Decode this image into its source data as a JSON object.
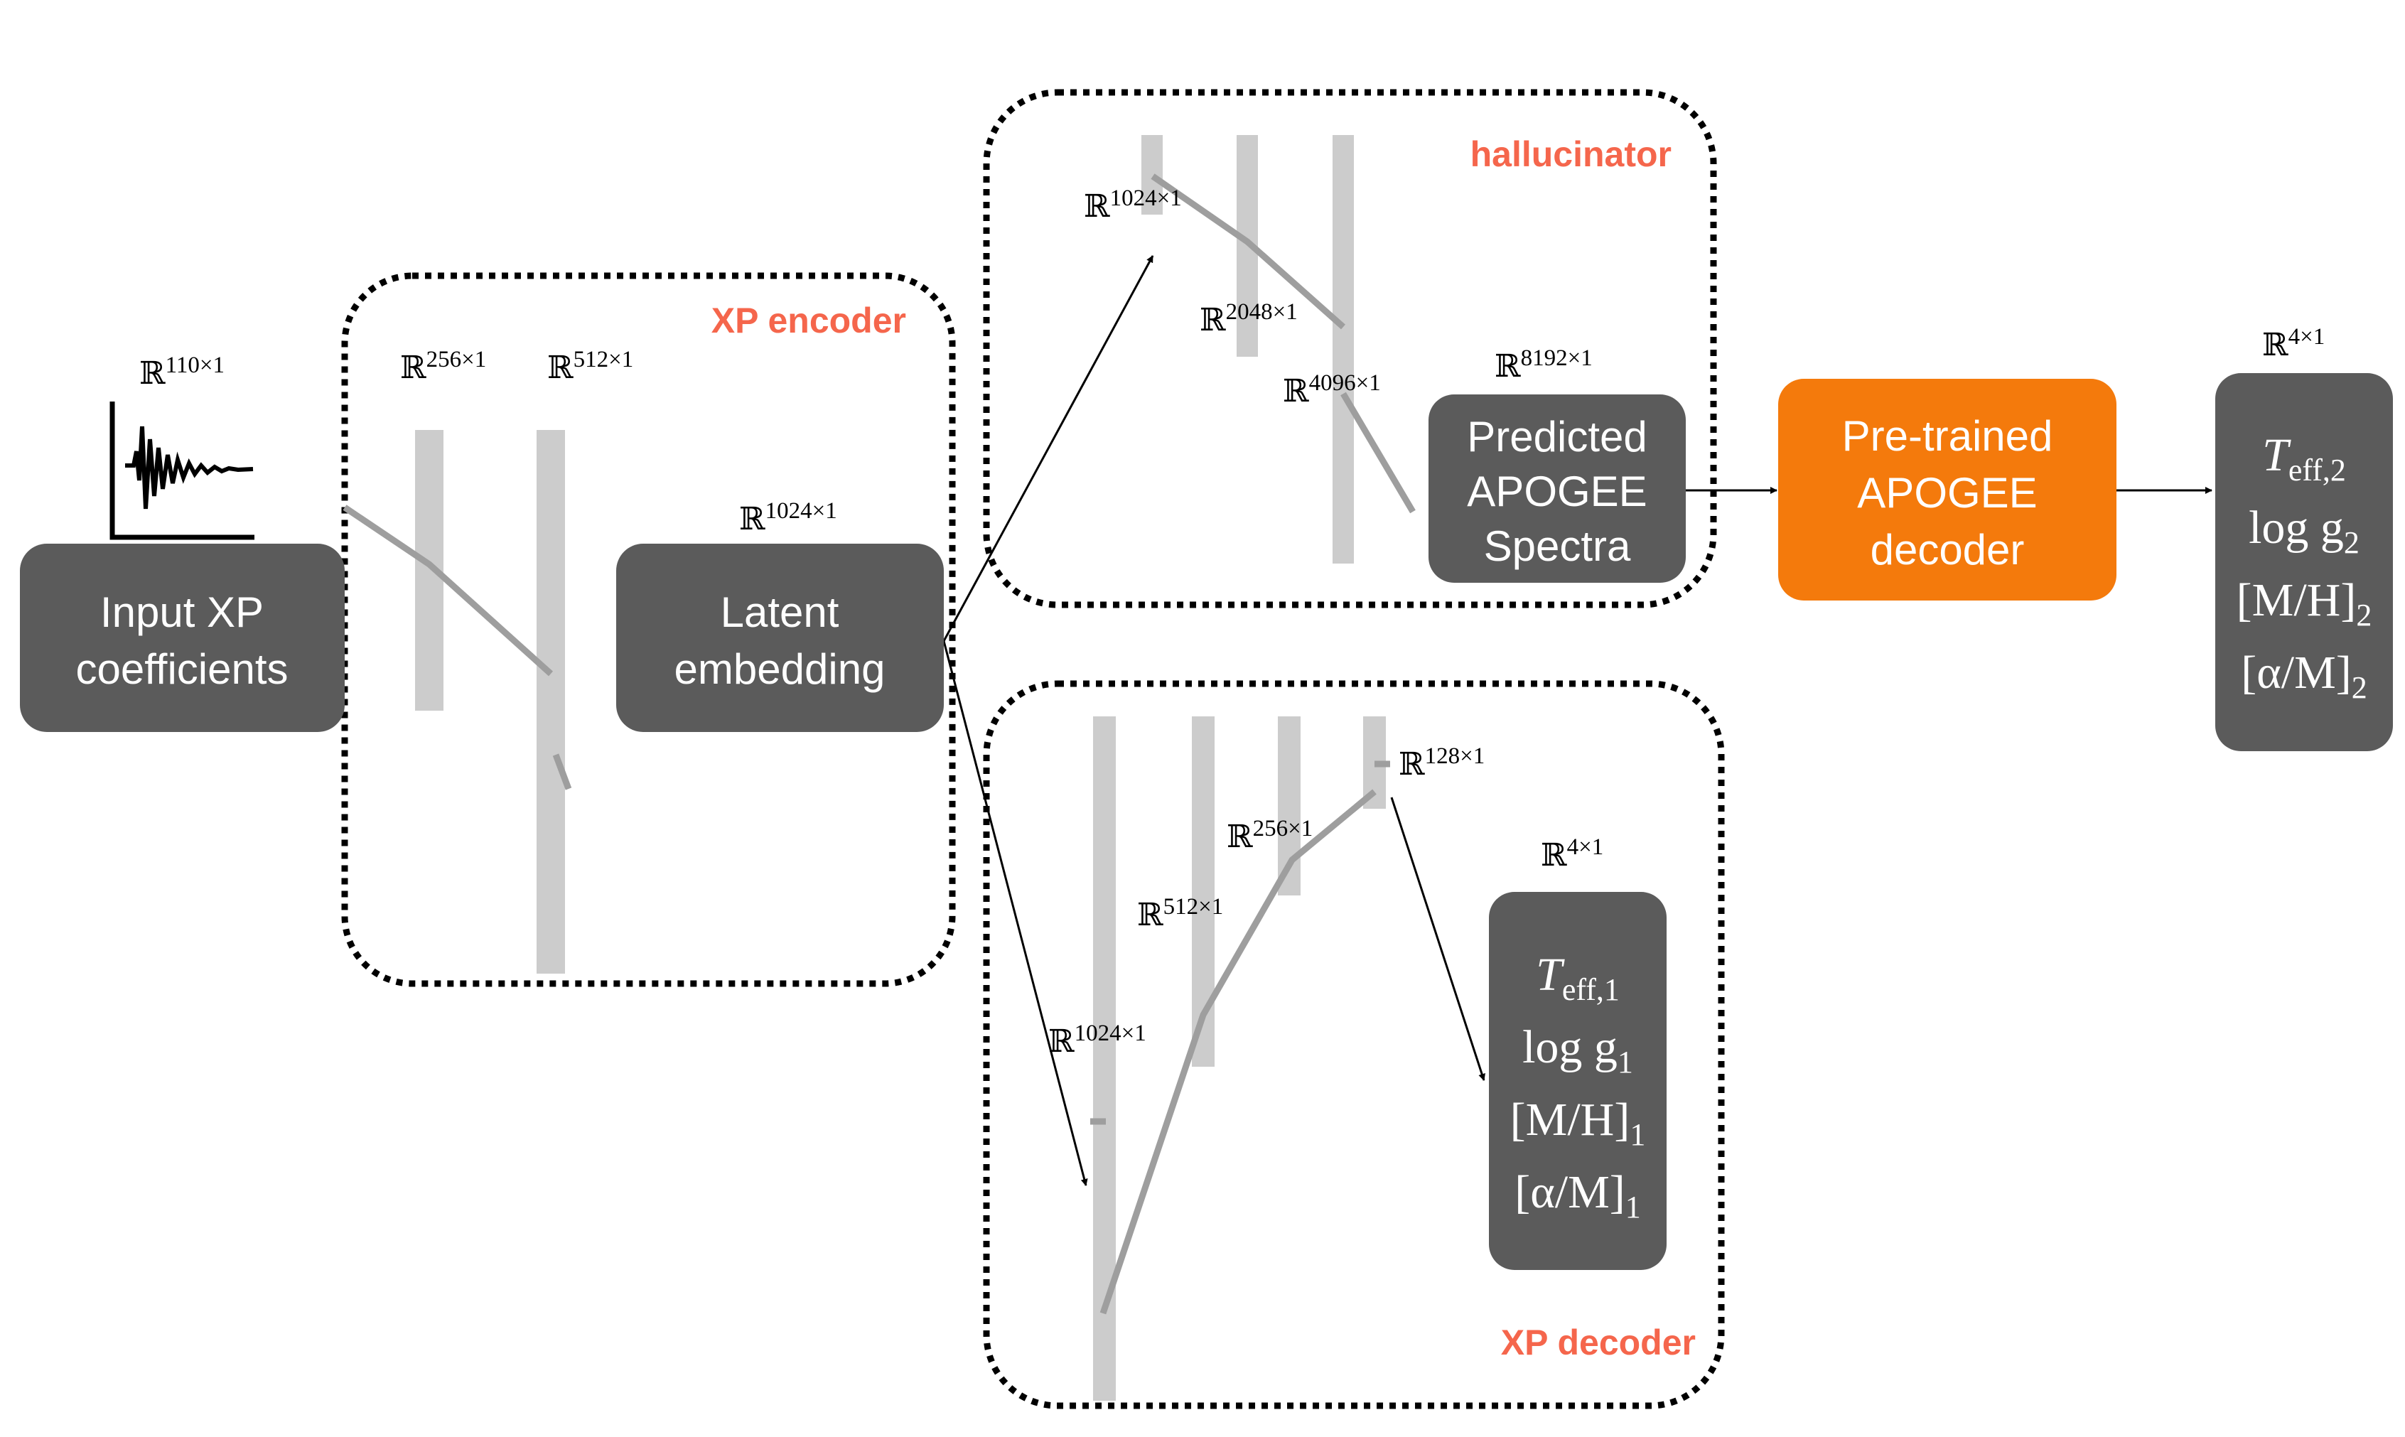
{
  "colors": {
    "box_dark": "#5b5b5b",
    "box_orange": "#f47a0c",
    "section_title": "#f5664c",
    "layer_bar": "#cccccc",
    "connector": "#9e9e9e"
  },
  "boxes": {
    "input": {
      "line1": "Input XP",
      "line2": "coefficients"
    },
    "latent": {
      "line1": "Latent",
      "line2": "embedding"
    },
    "predicted": {
      "line1": "Predicted",
      "line2": "APOGEE",
      "line3": "Spectra"
    },
    "pretrained": {
      "line1": "Pre-trained",
      "line2": "APOGEE",
      "line3": "decoder"
    }
  },
  "sections": {
    "encoder": "XP encoder",
    "hallucinator": "hallucinator",
    "decoder": "XP decoder"
  },
  "dims": {
    "symbol": "ℝ",
    "input": "110×1",
    "enc1": "256×1",
    "enc2": "512×1",
    "latent": "1024×1",
    "hal1": "1024×1",
    "hal2": "2048×1",
    "hal3": "4096×1",
    "hal_out": "8192×1",
    "dec1": "1024×1",
    "dec2": "512×1",
    "dec3": "256×1",
    "dec4": "128×1",
    "dec_out": "4×1",
    "final_out": "4×1"
  },
  "outputs": {
    "xp_decoder": {
      "teff": {
        "main": "T",
        "sub": "eff,1"
      },
      "logg": {
        "main": "log g",
        "sub": "1"
      },
      "mh": {
        "main": "[M/H]",
        "sub": "1"
      },
      "am": {
        "main": "[α/M]",
        "sub": "1"
      }
    },
    "final": {
      "teff": {
        "main": "T",
        "sub": "eff,2"
      },
      "logg": {
        "main": "log g",
        "sub": "2"
      },
      "mh": {
        "main": "[M/H]",
        "sub": "2"
      },
      "am": {
        "main": "[α/M]",
        "sub": "2"
      }
    }
  }
}
